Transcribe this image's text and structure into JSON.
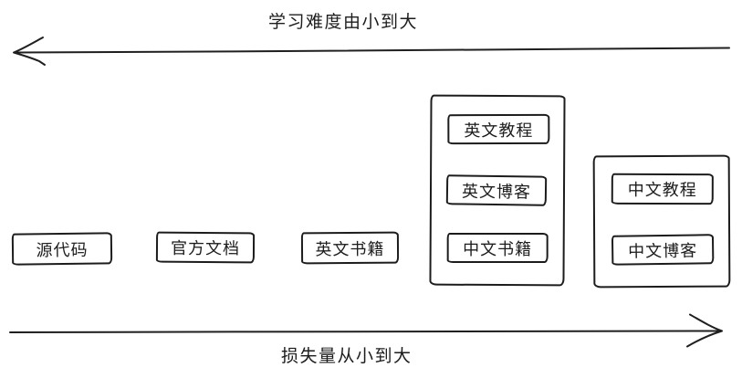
{
  "diagram": {
    "background": "#ffffff",
    "ink_color": "#1c1c1c",
    "top_axis": {
      "label": "学习难度由小到大",
      "direction": "left"
    },
    "bottom_axis": {
      "label": "损失量从小到大",
      "direction": "right"
    },
    "boxes": {
      "source_code": "源代码",
      "official_docs": "官方文档",
      "english_books": "英文书籍",
      "english_tutorials": "英文教程",
      "english_blogs": "英文博客",
      "chinese_books": "中文书籍",
      "chinese_tutorials": "中文教程",
      "chinese_blogs": "中文博客"
    }
  }
}
